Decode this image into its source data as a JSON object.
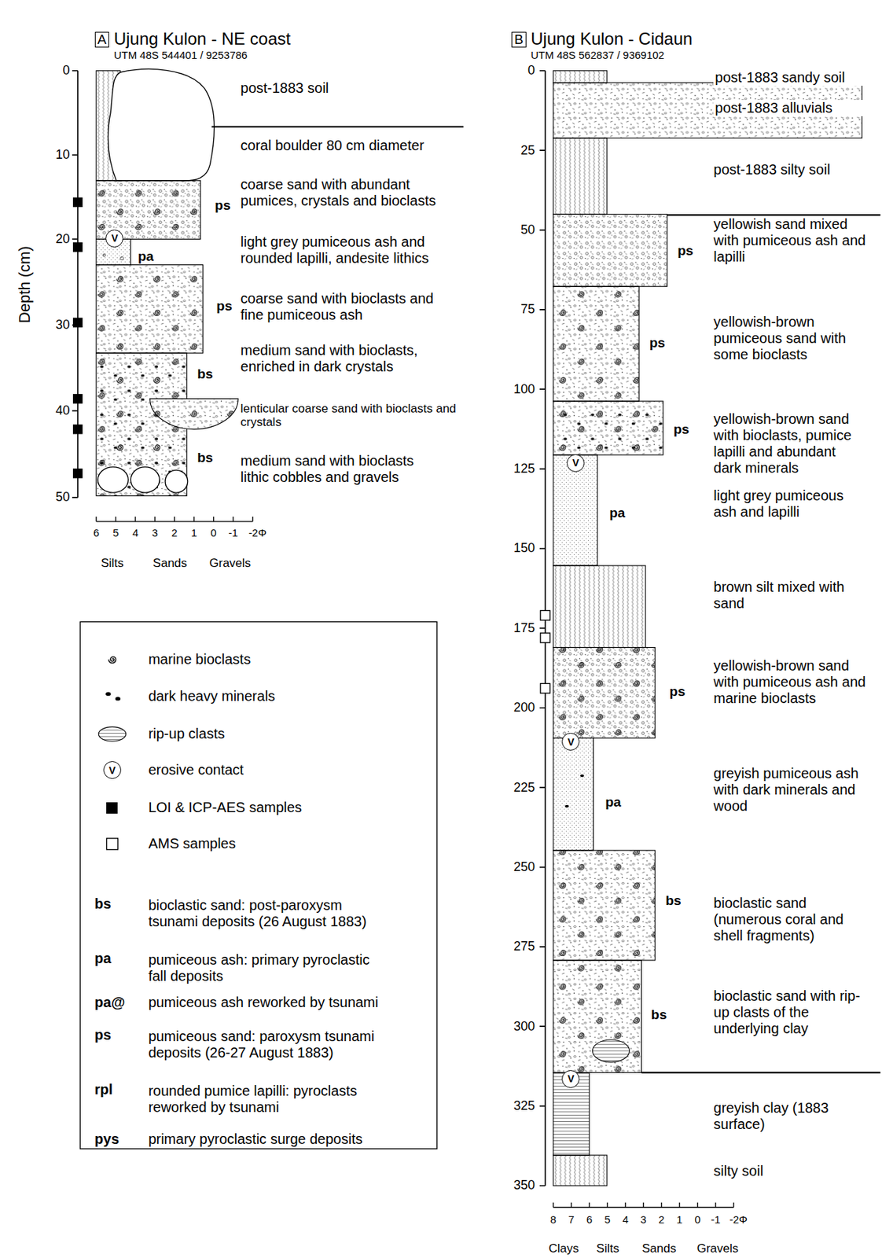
{
  "diagram": {
    "nodes": [
      {
        "text": [
          "A"
        ]
      },
      {
        "text": [
          "V"
        ]
      },
      {
        "text": [
          "B"
        ]
      },
      {
        "text": [
          "V"
        ]
      },
      {
        "text": [
          "V"
        ]
      },
      {
        "text": [
          "V"
        ]
      },
      {
        "text": [
          "V"
        ]
      }
    ],
    "labels": [
      "Ujung Kulon - NE coast",
      "UTM 48S 544401 / 9253786",
      "0",
      "10",
      "20",
      "30",
      "40",
      "50",
      "Depth (cm)",
      "post-1883 soil",
      "coral boulder 80 cm diameter",
      "coarse sand with abundant pumices, crystals and bioclasts",
      "light grey pumiceous ash and rounded lapilli, andesite lithics",
      "coarse sand with bioclasts and fine pumiceous ash",
      "medium sand with bioclasts, enriched in dark crystals",
      "lenticular coarse sand with bioclasts and crystals",
      "medium sand with bioclasts lithic cobbles and gravels",
      "ps",
      "pa",
      "ps",
      "bs",
      "bs",
      "6",
      "5",
      "4",
      "3",
      "2",
      "1",
      "0",
      "-1",
      "-2Φ",
      "Silts",
      "Sands",
      "Gravels",
      "Ujung Kulon - Cidaun",
      "UTM 48S 562837 / 9369102",
      "0",
      "25",
      "50",
      "75",
      "100",
      "125",
      "150",
      "175",
      "200",
      "225",
      "250",
      "275",
      "300",
      "325",
      "350",
      "post-1883 sandy soil",
      "post-1883 alluvials",
      "post-1883 silty soil",
      "yellowish sand mixed with pumiceous ash and lapilli",
      "yellowish-brown pumiceous sand with some bioclasts",
      "yellowish-brown sand with bioclasts, pumice lapilli and abundant dark minerals",
      "light grey pumiceous ash and lapilli",
      "brown silt mixed with sand",
      "yellowish-brown sand with pumiceous ash and marine bioclasts",
      "greyish pumiceous ash with dark minerals and wood",
      "bioclastic sand (numerous coral and shell fragments)",
      "bioclastic sand with rip-up clasts of the underlying clay",
      "greyish clay (1883 surface)",
      "silty soil",
      "ps",
      "ps",
      "ps",
      "pa",
      "ps",
      "pa",
      "bs",
      "bs",
      "8",
      "7",
      "6",
      "5",
      "4",
      "3",
      "2",
      "1",
      "0",
      "-1",
      "-2Φ",
      "Clays",
      "Silts",
      "Sands",
      "Gravels",
      "bs",
      "bioclastic sand: post-paroxysm tsunami deposits (26 August 1883)",
      "pa",
      "pumiceous ash: primary pyroclastic fall deposits",
      "pa@",
      "pumiceous ash reworked by tsunami",
      "ps",
      "pumiceous sand: paroxysm tsunami deposits (26-27 August 1883)",
      "rpl",
      "rounded pumice lapilli: pyroclasts reworked by tsunami",
      "pys",
      "primary pyroclastic surge deposits"
    ],
    "legend": [
      {
        "text": "marine bioclasts"
      },
      {
        "text": "dark heavy minerals"
      },
      {
        "text": "rip-up clasts"
      },
      {
        "text": "erosive contact"
      },
      {
        "text": "LOI & ICP-AES samples",
        "color": "#000000"
      },
      {
        "text": "AMS samples"
      }
    ]
  }
}
